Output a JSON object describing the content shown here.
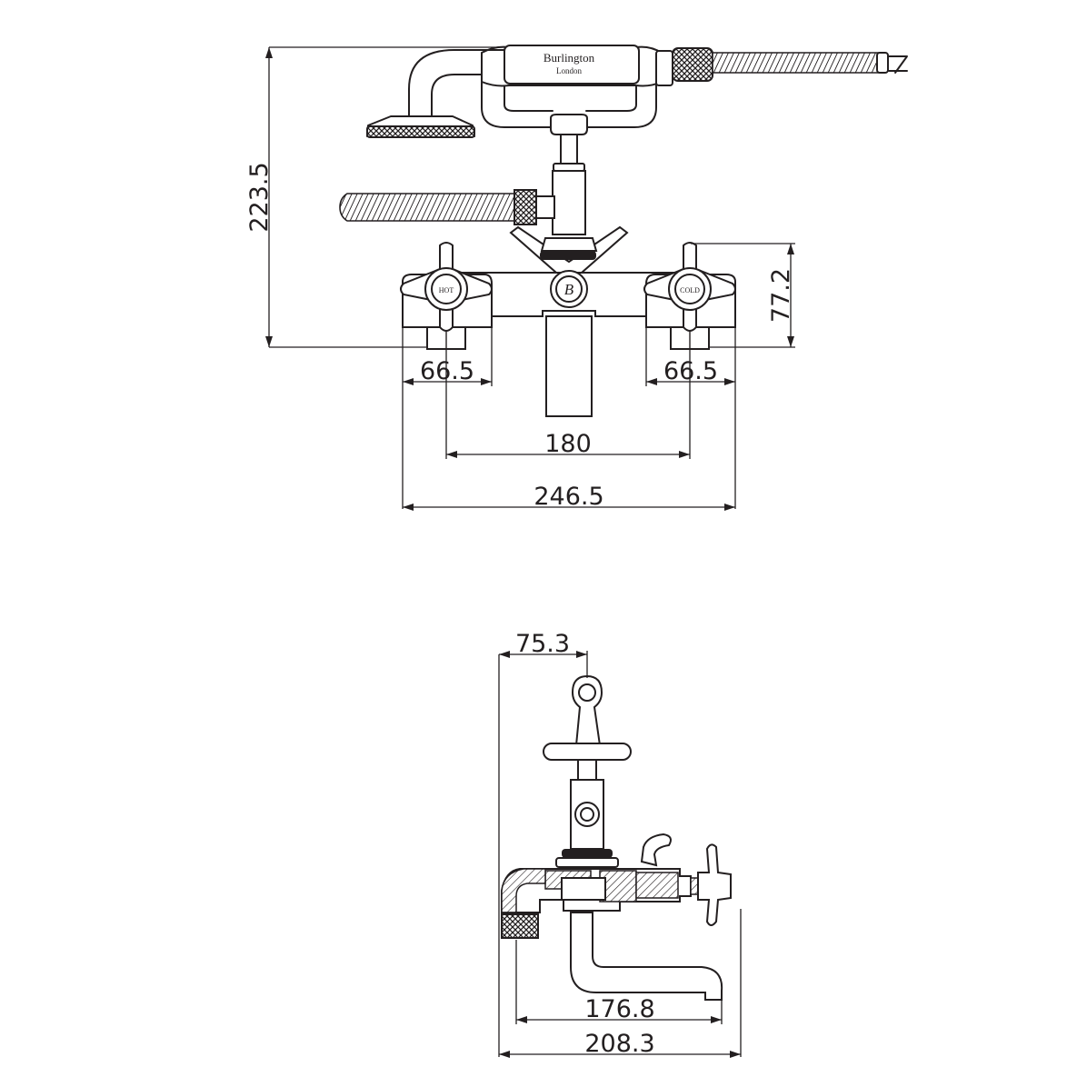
{
  "brand": {
    "name": "Burlington",
    "place": "London"
  },
  "handles": {
    "hot_label": "HOT",
    "cold_label": "COLD"
  },
  "dimensions": {
    "total_height": "223.5",
    "handle_height": "77.2",
    "left_inlet_width": "66.5",
    "right_inlet_width": "66.5",
    "inlet_centres": "180",
    "overall_width": "246.5",
    "side_top_offset": "75.3",
    "spout_projection": "176.8",
    "side_overall_depth": "208.3"
  }
}
